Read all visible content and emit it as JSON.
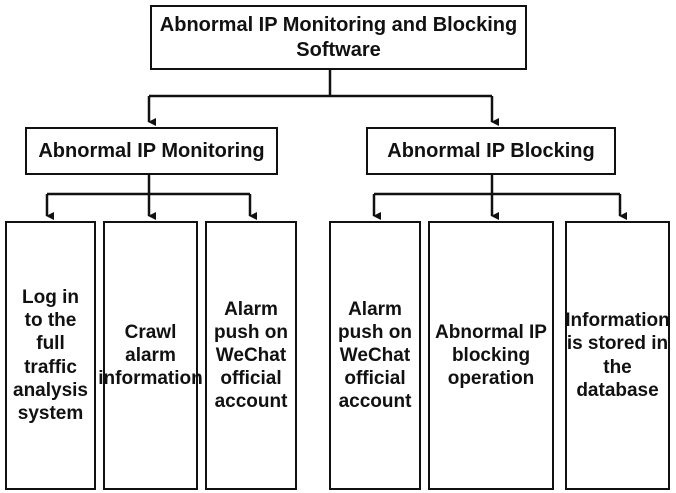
{
  "diagram": {
    "root": {
      "label": "Abnormal IP Monitoring and Blocking Software"
    },
    "branches": [
      {
        "label": "Abnormal IP Monitoring",
        "children": [
          "Log in to the full traffic analysis system",
          "Crawl alarm information",
          "Alarm push on WeChat official account"
        ]
      },
      {
        "label": "Abnormal IP Blocking",
        "children": [
          "Alarm push on WeChat official account",
          "Abnormal IP blocking operation",
          "Information is stored in the database"
        ]
      }
    ]
  }
}
